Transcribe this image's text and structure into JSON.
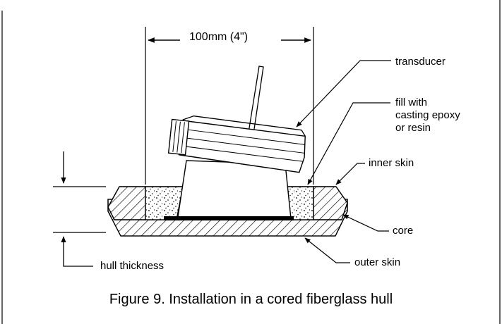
{
  "figure": {
    "dimension_label": "100mm (4\")",
    "labels": {
      "transducer": "transducer",
      "fill_line1": "fill with",
      "fill_line2": "casting epoxy",
      "fill_line3": "or resin",
      "inner_skin": "inner skin",
      "core": "core",
      "outer_skin": "outer skin",
      "hull_thickness": "hull thickness"
    },
    "caption": "Figure 9. Installation in a cored fiberglass hull"
  }
}
